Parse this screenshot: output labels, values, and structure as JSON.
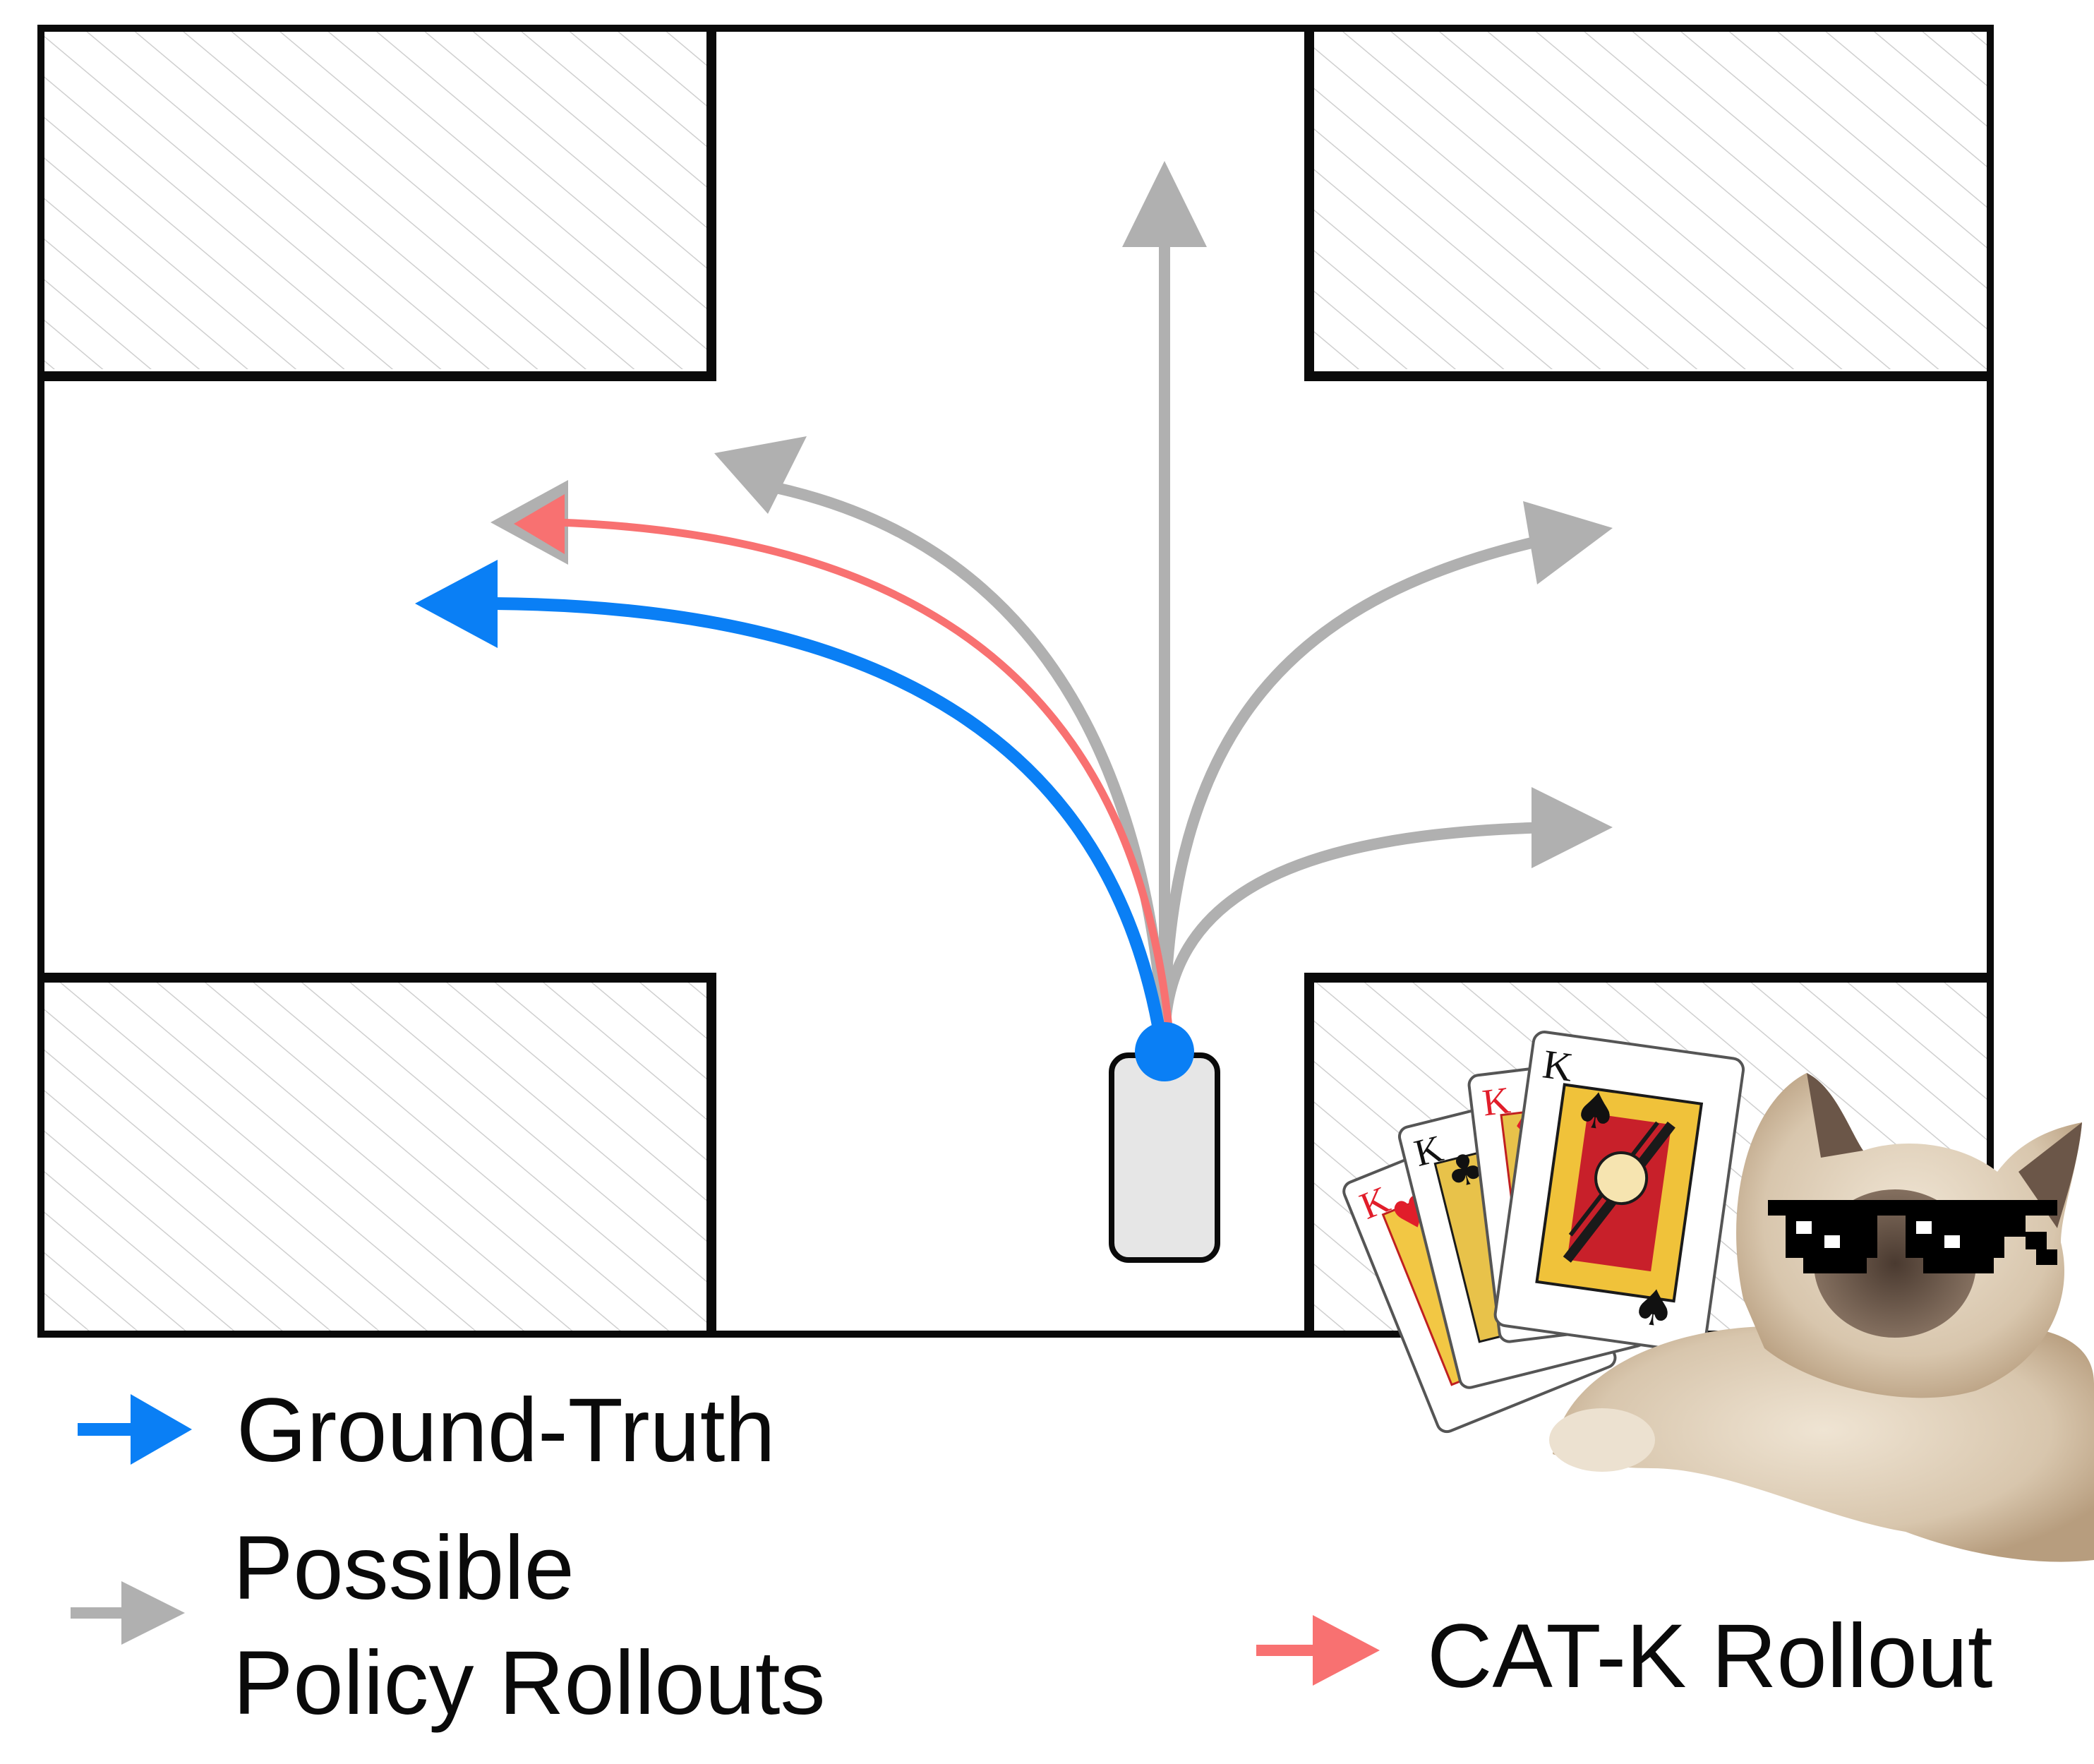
{
  "legend": {
    "ground_truth": "Ground-Truth",
    "possible_line1": "Possible",
    "possible_line2": "Policy Rollouts",
    "catk": "CAT-K Rollout"
  },
  "cards": {
    "rank": "K",
    "suits": [
      "hearts",
      "clubs",
      "diamonds",
      "spades"
    ]
  },
  "colors": {
    "ground_truth": "#0a7ff5",
    "possible_rollout": "#b0b0b0",
    "catk_rollout": "#f87171",
    "wall": "#0a0a0a",
    "hatch": "#cfcfcf",
    "vehicle_fill": "#e6e6e6",
    "card_red": "#e11d2a",
    "card_black": "#111111"
  },
  "icons": [
    "vehicle-icon",
    "playing-cards-icon",
    "cat-with-sunglasses-icon"
  ]
}
